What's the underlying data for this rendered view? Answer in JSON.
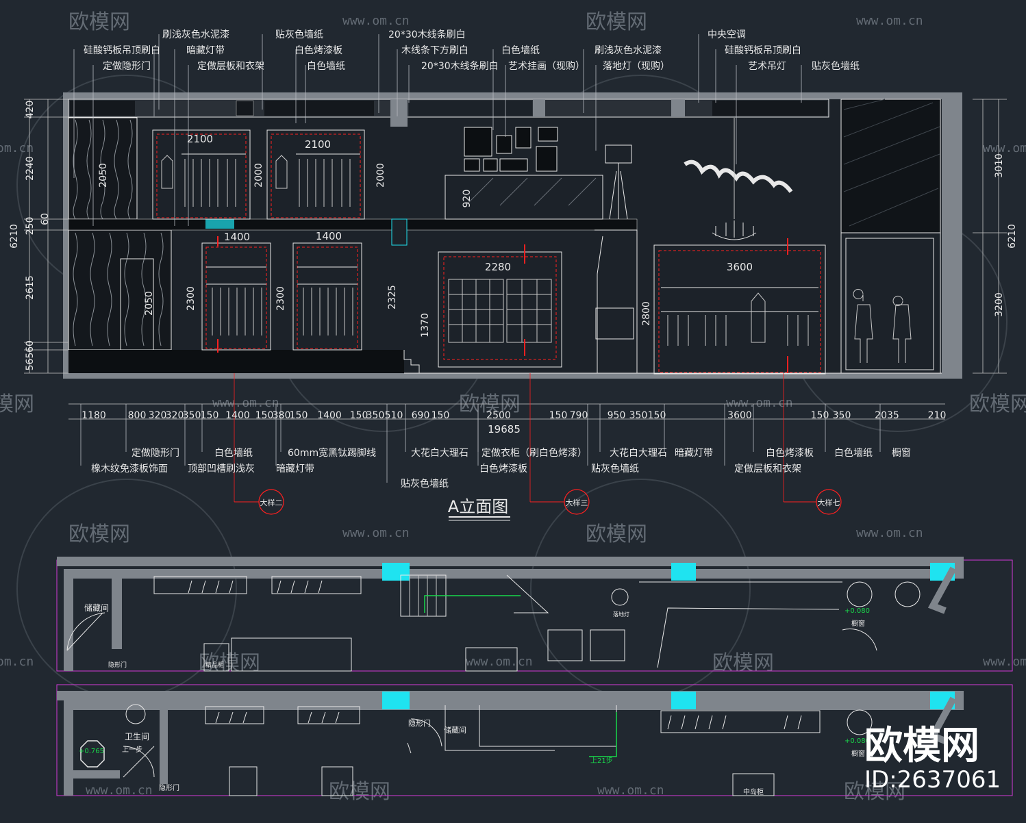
{
  "title": "A立面图",
  "watermark": {
    "brand": "欧模网",
    "url": "www.om.cn",
    "url_partial": "om.cn",
    "brand_partial": "模网",
    "id_label": "ID:2637061"
  },
  "top_callouts": [
    "刷浅灰色水泥漆",
    "硅酸钙板吊顶刷白",
    "暗藏灯带",
    "定做隐形门",
    "定做层板和衣架",
    "贴灰色墙纸",
    "白色烤漆板",
    "白色墙纸",
    "20*30木线条刷白",
    "木线条下方刷白",
    "20*30木线条刷白",
    "白色墙纸",
    "艺术挂画（现购）",
    "刷浅灰色水泥漆",
    "落地灯（现购）",
    "中央空调",
    "硅酸钙板吊顶刷白",
    "艺术吊灯",
    "贴灰色墙纸"
  ],
  "left_dims": [
    "420",
    "2240",
    "250",
    "60",
    "2615",
    "565",
    "60",
    "6210"
  ],
  "right_dims": [
    "3010",
    "3200",
    "6210"
  ],
  "inner_dims": {
    "wardrobe_w_upper": [
      "2100",
      "2100"
    ],
    "wardrobe_w_lower": [
      "1400",
      "1400"
    ],
    "center_cabinet": "2280",
    "right_cabinet": "3600",
    "heights": [
      "2050",
      "2000",
      "2000",
      "920",
      "2050",
      "2300",
      "2300",
      "2325",
      "1370",
      "2800"
    ]
  },
  "bottom_dims": [
    "1180",
    "800",
    "320",
    "320",
    "350",
    "150",
    "1400",
    "150",
    "380",
    "150",
    "1400",
    "150",
    "350",
    "510",
    "690",
    "150",
    "2500",
    "150",
    "790",
    "950",
    "350",
    "150",
    "3600",
    "150",
    "350",
    "2035",
    "210"
  ],
  "total_dim": "19685",
  "bottom_callouts": [
    "定做隐形门",
    "白色墙纸",
    "60mm宽黑钛踢脚线",
    "大花白大理石",
    "定做衣柜（刷白色烤漆）",
    "大花白大理石",
    "暗藏灯带",
    "白色烤漆板",
    "白色墙纸",
    "橱窗",
    "橡木纹免漆板饰面",
    "顶部凹槽刷浅灰",
    "暗藏灯带",
    "白色烤漆板",
    "贴灰色墙纸",
    "定做层板和衣架",
    "贴灰色墙纸"
  ],
  "detail_markers": [
    "大样二",
    "大样三",
    "大样七"
  ],
  "plan_labels": {
    "plan1": [
      "储藏间",
      "隐形门",
      "橱窗",
      "落地灯",
      "精品柜",
      "+0.080"
    ],
    "plan2": [
      "卫生间",
      "隐形门",
      "储藏间",
      "隐形门",
      "上21步",
      "+0.765",
      "+0.080",
      "橱窗",
      "中岛柜",
      "上一步"
    ]
  },
  "colors": {
    "background": "#212830",
    "frame": "#7f858c",
    "lines": "#e8e8e8",
    "dims": "#c8c8c8",
    "red": "#ff2020",
    "cyan": "#1fe3f0",
    "magenta": "#d43ad8",
    "green": "#19d84a",
    "watermark": "#6f7780"
  }
}
